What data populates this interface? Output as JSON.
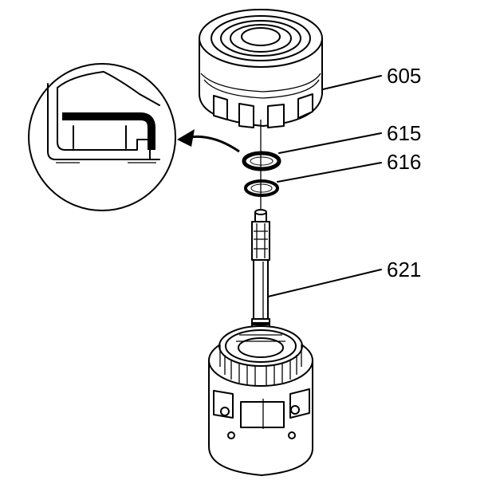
{
  "callouts": [
    {
      "id": "605",
      "label": "605"
    },
    {
      "id": "615",
      "label": "615"
    },
    {
      "id": "616",
      "label": "616"
    },
    {
      "id": "621",
      "label": "621"
    }
  ],
  "colors": {
    "ink": "#000000",
    "paper": "#ffffff"
  }
}
